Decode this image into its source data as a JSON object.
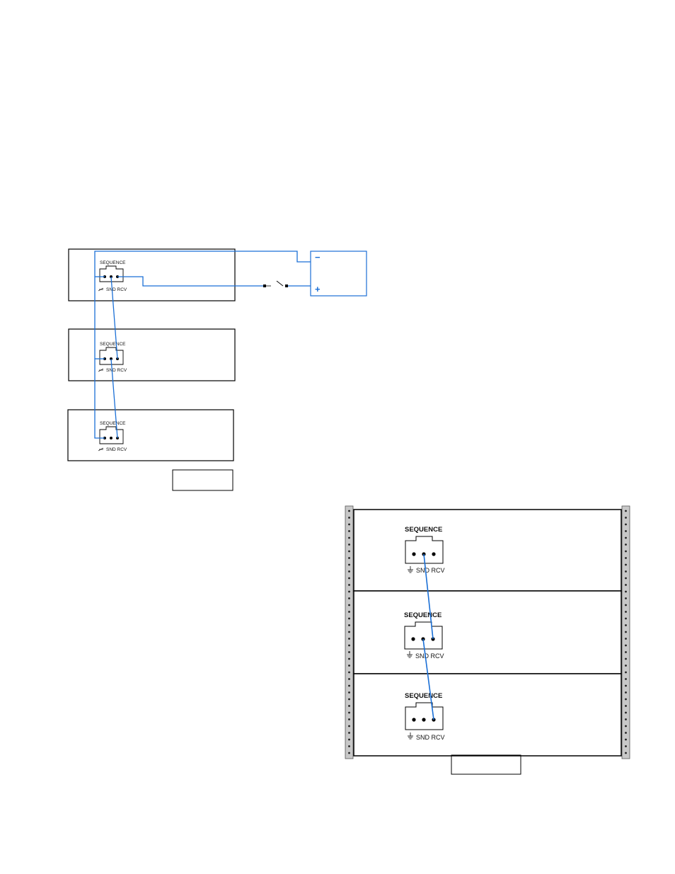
{
  "colors": {
    "wire": "#1a6fd6",
    "outline": "#000000",
    "rail": "#c8c8c8"
  },
  "icons": {
    "ground": "ground-icon",
    "switch": "switch-icon"
  },
  "system_diagram": {
    "units": [
      {
        "connector_label": "SEQUENCE",
        "pin_label": "SND RCV"
      },
      {
        "connector_label": "SEQUENCE",
        "pin_label": "SND RCV"
      },
      {
        "connector_label": "SEQUENCE",
        "pin_label": "SND RCV"
      }
    ],
    "power_supply": {
      "minus_label": "−",
      "plus_label": "+"
    },
    "caption": ""
  },
  "rack_diagram": {
    "units": [
      {
        "connector_label": "SEQUENCE",
        "pin_label": "SND RCV"
      },
      {
        "connector_label": "SEQUENCE",
        "pin_label": "SND RCV"
      },
      {
        "connector_label": "SEQUENCE",
        "pin_label": "SND RCV"
      }
    ],
    "caption": ""
  }
}
